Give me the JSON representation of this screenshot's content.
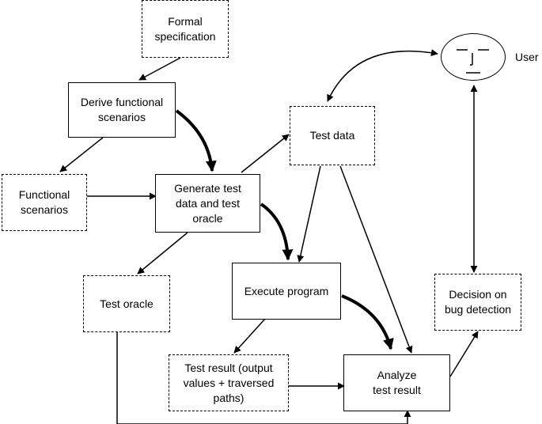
{
  "nodes": {
    "formal_spec": "Formal\nspecification",
    "derive": "Derive functional\nscenarios",
    "functional_scenarios": "Functional\nscenarios",
    "generate": "Generate test\ndata and test\noracle",
    "test_data": "Test data",
    "test_oracle": "Test oracle",
    "execute": "Execute program",
    "test_result": "Test result (output\nvalues + traversed\npaths)",
    "analyze": "Analyze\ntest result",
    "decision": "Decision on\nbug detection",
    "user": "User"
  },
  "colors": {
    "line": "#000000",
    "background": "#ffffff"
  },
  "icons": {
    "user": "face-icon"
  }
}
